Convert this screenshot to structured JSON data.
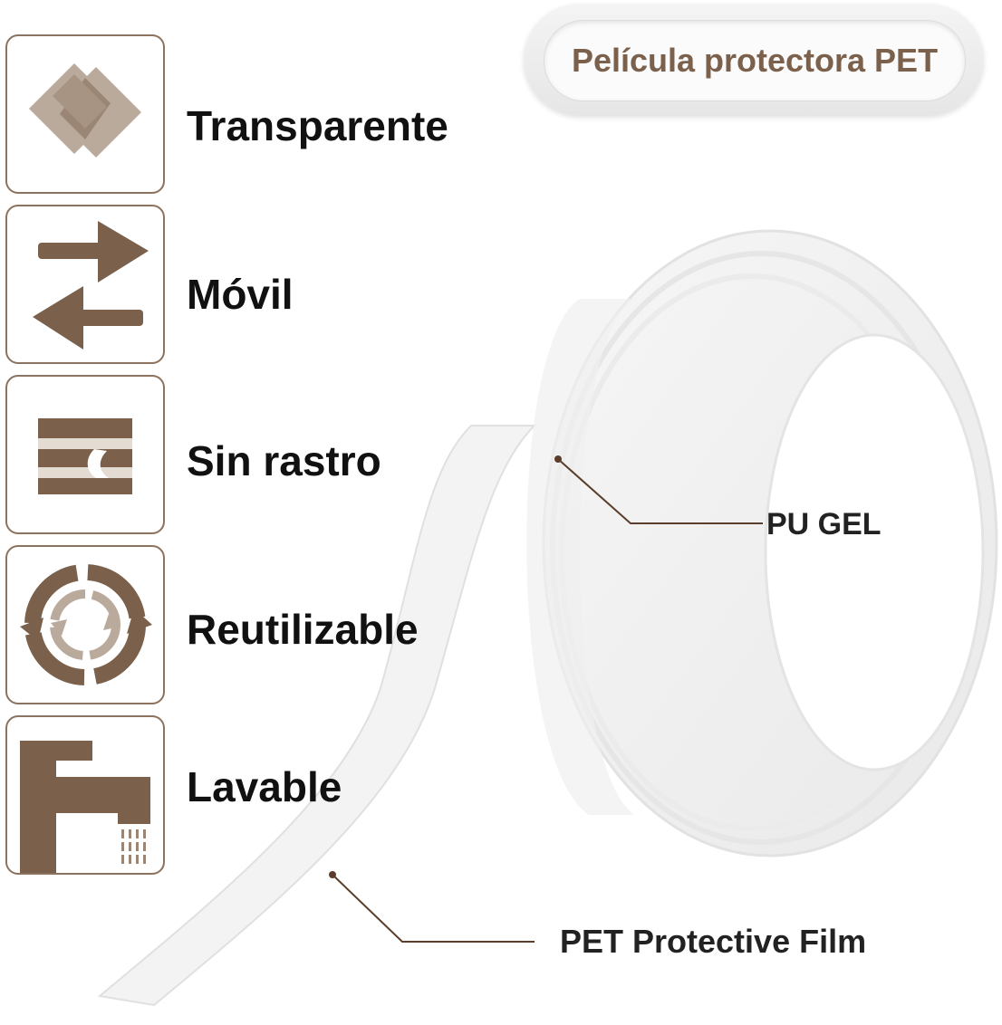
{
  "header_badge": {
    "text": "Película protectora PET",
    "color": "#7b614c"
  },
  "features": [
    {
      "label": "Transparente",
      "icon": "overlapping-squares-icon"
    },
    {
      "label": "Móvil",
      "icon": "swap-arrows-icon"
    },
    {
      "label": "Sin rastro",
      "icon": "peeling-layer-icon"
    },
    {
      "label": "Reutilizable",
      "icon": "recycle-arrows-icon"
    },
    {
      "label": "Lavable",
      "icon": "faucet-icon"
    }
  ],
  "callouts": {
    "pu_gel": "PU GEL",
    "pet_film": "PET Protective Film"
  },
  "colors": {
    "brand_brown": "#7b614c",
    "icon_border": "#8b7360",
    "light_tan": "#b8a898"
  }
}
